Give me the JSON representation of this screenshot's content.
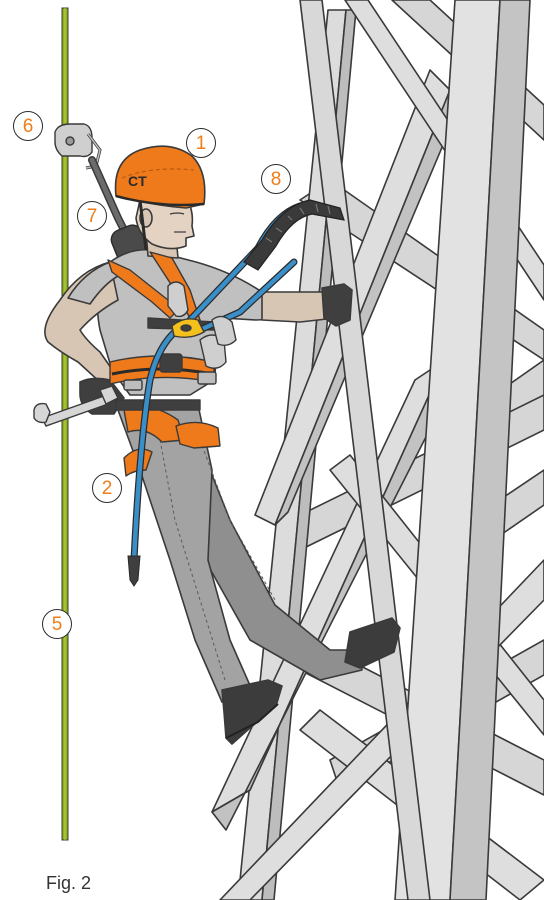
{
  "figure": {
    "caption": "Fig. 2"
  },
  "callouts": {
    "c1": "1",
    "c2": "2",
    "c5": "5",
    "c6": "6",
    "c7": "7",
    "c8": "8"
  },
  "helmet": {
    "logo_text": "CT"
  },
  "colors": {
    "rope": "#8fb21a",
    "helmet": "#ef7a1b",
    "lanyard": "#3a8fc9",
    "harness": "#ef7a1b",
    "steel": "#d9d9d9",
    "steel_shade": "#bcbcbc",
    "clothing": "#b9b9b9",
    "pants": "#9d9d9d",
    "outline": "#3a3a3a",
    "label": "#ef7d1a"
  }
}
